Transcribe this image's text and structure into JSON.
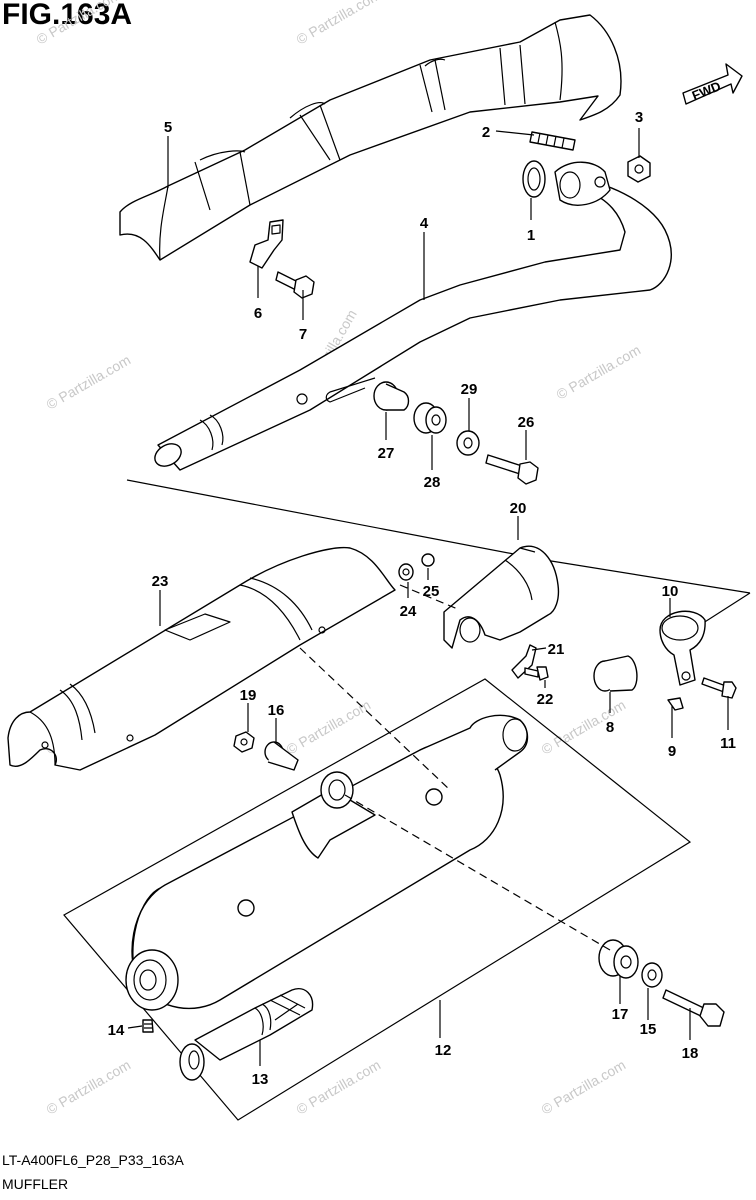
{
  "figure": {
    "title": "FIG.163A",
    "fwd_label": "FWD",
    "code": "LT-A400FL6_P28_P33_163A",
    "name": "MUFFLER",
    "watermark": "© Partzilla.com"
  },
  "callouts": [
    "1",
    "2",
    "3",
    "4",
    "5",
    "6",
    "7",
    "8",
    "9",
    "10",
    "11",
    "12",
    "13",
    "14",
    "15",
    "16",
    "17",
    "18",
    "19",
    "20",
    "21",
    "22",
    "23",
    "24",
    "25",
    "26",
    "27",
    "28",
    "29"
  ]
}
